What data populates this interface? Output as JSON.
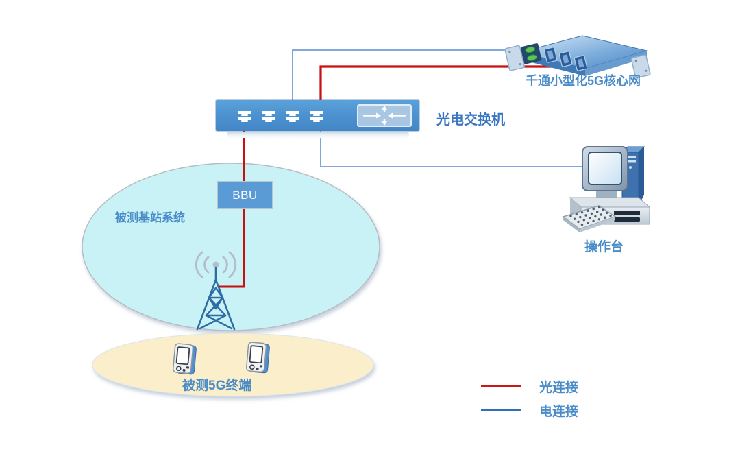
{
  "diagram_title": "5G base station test setup diagram",
  "nodes": {
    "core_network": {
      "label": "千通小型化5G核心网",
      "icon": "rack-server-icon"
    },
    "switch": {
      "label": "光电交换机",
      "icon": "switch-icon",
      "sub_icons": [
        "port-icon",
        "crossover-arrows-icon"
      ]
    },
    "bbu": {
      "label": "BBU"
    },
    "base_station_group": {
      "label": "被测基站系统",
      "icon": "radio-tower-icon"
    },
    "ue_group": {
      "label": "被测5G终端",
      "icon": "mobile-phone-icon"
    },
    "console": {
      "label": "操作台",
      "icon": "desktop-computer-icon"
    }
  },
  "legend": {
    "items": [
      {
        "label": "光连接",
        "color": "#cc1717",
        "meaning": "optical connection"
      },
      {
        "label": "电连接",
        "color": "#2e6fc0",
        "meaning": "electrical connection"
      }
    ]
  },
  "colors": {
    "optical_line": "#c90f0f",
    "electrical_line": "#6f9cd6",
    "switch_fill": "#4a8fce",
    "bbu_fill": "#5b9bd5",
    "bs_ellipse_fill": "#c9f2f7",
    "ue_ellipse_fill": "#fbeeca",
    "label_text": "#4a8cc8",
    "tower_stroke": "#2e6da4",
    "wave_stroke": "#b6bdc9"
  }
}
